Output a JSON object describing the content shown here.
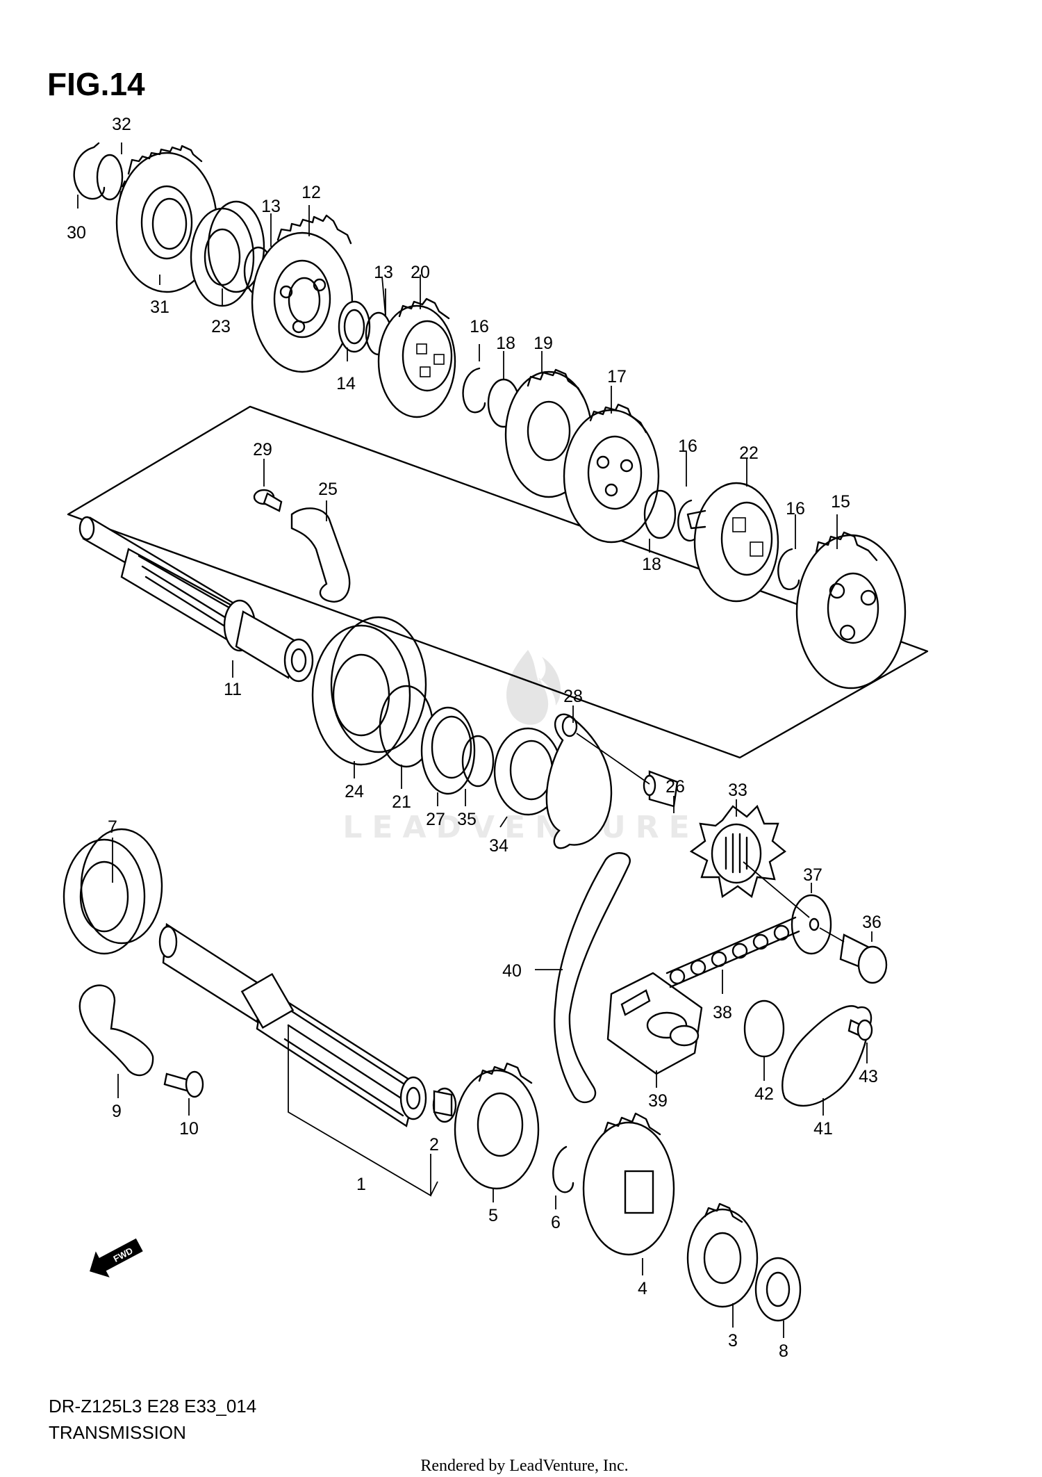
{
  "figure": {
    "title": "FIG.14"
  },
  "footer": {
    "model_code": "DR-Z125L3 E28 E33_014",
    "section": "TRANSMISSION"
  },
  "render_note": "Rendered by LeadVenture, Inc.",
  "watermark": "LEADVENTURE",
  "fwd_arrow": {
    "label": "FWD"
  },
  "icons": {
    "watermark_logo": "flame-icon",
    "direction": "fwd-arrow-icon"
  },
  "callouts": {
    "c1": "1",
    "c2": "2",
    "c3": "3",
    "c4": "4",
    "c5": "5",
    "c6": "6",
    "c7": "7",
    "c8": "8",
    "c9": "9",
    "c10": "10",
    "c11": "11",
    "c12": "12",
    "c13a": "13",
    "c13b": "13",
    "c14": "14",
    "c15": "15",
    "c16a": "16",
    "c16b": "16",
    "c16c": "16",
    "c17": "17",
    "c18a": "18",
    "c18b": "18",
    "c19": "19",
    "c20": "20",
    "c21": "21",
    "c22": "22",
    "c23": "23",
    "c24": "24",
    "c25": "25",
    "c26": "26",
    "c27": "27",
    "c28": "28",
    "c29": "29",
    "c30": "30",
    "c31": "31",
    "c32": "32",
    "c33": "33",
    "c34": "34",
    "c35": "35",
    "c36": "36",
    "c37": "37",
    "c38": "38",
    "c39": "39",
    "c40": "40",
    "c41": "41",
    "c42": "42",
    "c43": "43"
  }
}
